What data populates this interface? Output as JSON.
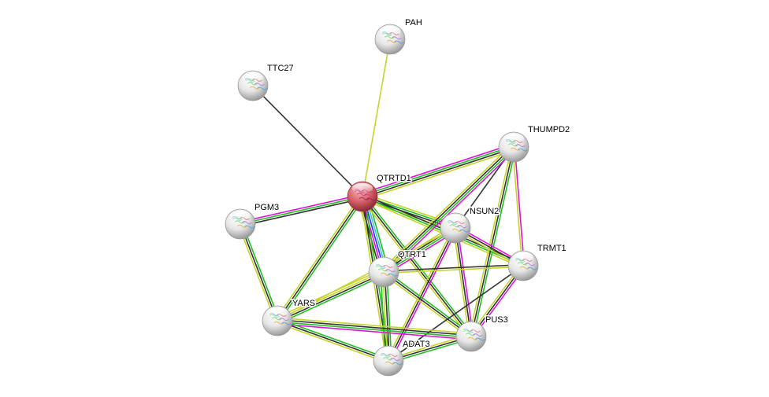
{
  "colors": {
    "textmining": "#c5d42c",
    "experiments": "#e012e0",
    "coexpression": "#333333",
    "database": "#22bf22",
    "neighborhood": "#2233ee",
    "gene_fusion": "#3dc7c7",
    "query_node": "#e2606a",
    "node": "#e5e5e5"
  },
  "nodes": [
    {
      "id": "PAH",
      "label": "PAH",
      "query": false
    },
    {
      "id": "TTC27",
      "label": "TTC27",
      "query": false
    },
    {
      "id": "QTRTD1",
      "label": "QTRTD1",
      "query": true
    },
    {
      "id": "THUMPD2",
      "label": "THUMPD2",
      "query": false
    },
    {
      "id": "PGM3",
      "label": "PGM3",
      "query": false
    },
    {
      "id": "NSUN2",
      "label": "NSUN2",
      "query": false
    },
    {
      "id": "TRMT1",
      "label": "TRMT1",
      "query": false
    },
    {
      "id": "QTRT1",
      "label": "QTRT1",
      "query": false
    },
    {
      "id": "YARS",
      "label": "YARS",
      "query": false
    },
    {
      "id": "PUS3",
      "label": "PUS3",
      "query": false
    },
    {
      "id": "ADAT3",
      "label": "ADAT3",
      "query": false
    }
  ],
  "edges": [
    {
      "source": "QTRTD1",
      "target": "PAH",
      "evidence": [
        "textmining"
      ]
    },
    {
      "source": "QTRTD1",
      "target": "TTC27",
      "evidence": [
        "coexpression"
      ]
    },
    {
      "source": "QTRTD1",
      "target": "THUMPD2",
      "evidence": [
        "experiments",
        "database",
        "coexpression",
        "textmining"
      ]
    },
    {
      "source": "QTRTD1",
      "target": "PGM3",
      "evidence": [
        "coexpression",
        "database",
        "experiments"
      ]
    },
    {
      "source": "QTRTD1",
      "target": "NSUN2",
      "evidence": [
        "textmining",
        "database",
        "coexpression",
        "textmining"
      ]
    },
    {
      "source": "QTRTD1",
      "target": "TRMT1",
      "evidence": [
        "coexpression",
        "database",
        "textmining"
      ]
    },
    {
      "source": "QTRTD1",
      "target": "QTRT1",
      "evidence": [
        "database",
        "gene_fusion",
        "neighborhood",
        "experiments",
        "coexpression",
        "textmining"
      ]
    },
    {
      "source": "QTRTD1",
      "target": "YARS",
      "evidence": [
        "database",
        "coexpression",
        "textmining"
      ]
    },
    {
      "source": "QTRTD1",
      "target": "PUS3",
      "evidence": [
        "database",
        "coexpression",
        "textmining"
      ]
    },
    {
      "source": "QTRTD1",
      "target": "ADAT3",
      "evidence": [
        "database",
        "coexpression",
        "textmining"
      ]
    },
    {
      "source": "THUMPD2",
      "target": "NSUN2",
      "evidence": [
        "coexpression"
      ]
    },
    {
      "source": "THUMPD2",
      "target": "QTRT1",
      "evidence": [
        "experiments",
        "database",
        "coexpression",
        "textmining"
      ]
    },
    {
      "source": "THUMPD2",
      "target": "TRMT1",
      "evidence": [
        "experiments",
        "textmining"
      ]
    },
    {
      "source": "THUMPD2",
      "target": "PUS3",
      "evidence": [
        "database",
        "coexpression",
        "textmining"
      ]
    },
    {
      "source": "NSUN2",
      "target": "QTRT1",
      "evidence": [
        "experiments",
        "database",
        "coexpression",
        "textmining"
      ]
    },
    {
      "source": "NSUN2",
      "target": "TRMT1",
      "evidence": [
        "experiments",
        "coexpression",
        "textmining"
      ]
    },
    {
      "source": "NSUN2",
      "target": "PUS3",
      "evidence": [
        "experiments",
        "coexpression",
        "textmining"
      ]
    },
    {
      "source": "NSUN2",
      "target": "ADAT3",
      "evidence": [
        "experiments",
        "coexpression",
        "textmining"
      ]
    },
    {
      "source": "NSUN2",
      "target": "YARS",
      "evidence": [
        "textmining"
      ]
    },
    {
      "source": "QTRT1",
      "target": "TRMT1",
      "evidence": [
        "coexpression",
        "textmining"
      ]
    },
    {
      "source": "QTRT1",
      "target": "YARS",
      "evidence": [
        "database",
        "coexpression",
        "textmining",
        "textmining"
      ]
    },
    {
      "source": "QTRT1",
      "target": "PUS3",
      "evidence": [
        "database",
        "coexpression",
        "textmining"
      ]
    },
    {
      "source": "QTRT1",
      "target": "ADAT3",
      "evidence": [
        "database",
        "coexpression",
        "textmining",
        "database"
      ]
    },
    {
      "source": "TRMT1",
      "target": "PUS3",
      "evidence": [
        "experiments",
        "coexpression",
        "textmining"
      ]
    },
    {
      "source": "TRMT1",
      "target": "ADAT3",
      "evidence": [
        "coexpression"
      ]
    },
    {
      "source": "PGM3",
      "target": "YARS",
      "evidence": [
        "database",
        "coexpression",
        "textmining"
      ]
    },
    {
      "source": "YARS",
      "target": "PUS3",
      "evidence": [
        "textmining",
        "coexpression",
        "database",
        "experiments"
      ]
    },
    {
      "source": "YARS",
      "target": "ADAT3",
      "evidence": [
        "database",
        "coexpression",
        "textmining"
      ]
    },
    {
      "source": "PUS3",
      "target": "ADAT3",
      "evidence": [
        "database",
        "coexpression",
        "textmining"
      ]
    }
  ]
}
